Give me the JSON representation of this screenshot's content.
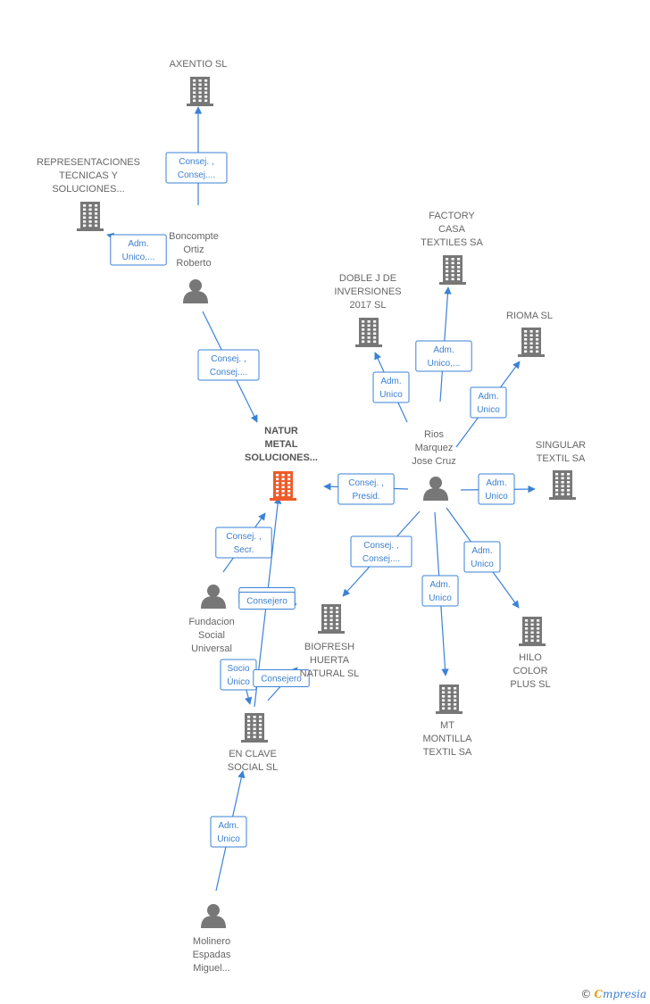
{
  "colors": {
    "edge": "#3b82d6",
    "building": "#777777",
    "building_main": "#f05a28",
    "person": "#777777"
  },
  "nodes": [
    {
      "id": "axentio",
      "type": "company",
      "label": [
        "AXENTIO  SL"
      ]
    },
    {
      "id": "representaciones",
      "type": "company",
      "label": [
        "REPRESENTACIONES",
        "TECNICAS Y",
        "SOLUCIONES..."
      ]
    },
    {
      "id": "boncompte",
      "type": "person",
      "label": [
        "Boncompte",
        "Ortiz",
        "Roberto"
      ]
    },
    {
      "id": "natur",
      "type": "company",
      "main": true,
      "label": [
        "NATUR",
        "METAL",
        "SOLUCIONES..."
      ]
    },
    {
      "id": "factory",
      "type": "company",
      "label": [
        "FACTORY",
        "CASA",
        "TEXTILES SA"
      ]
    },
    {
      "id": "doblej",
      "type": "company",
      "label": [
        "DOBLE J DE",
        "INVERSIONES",
        "2017  SL"
      ]
    },
    {
      "id": "rioma",
      "type": "company",
      "label": [
        "RIOMA  SL"
      ]
    },
    {
      "id": "rios",
      "type": "person",
      "label": [
        "Rios",
        "Marquez",
        "Jose Cruz"
      ]
    },
    {
      "id": "singular",
      "type": "company",
      "label": [
        "SINGULAR",
        "TEXTIL SA"
      ]
    },
    {
      "id": "fundacion",
      "type": "person",
      "label": [
        "Fundacion",
        "Social",
        "Universal"
      ]
    },
    {
      "id": "biofresh",
      "type": "company",
      "label": [
        "BIOFRESH",
        "HUERTA",
        "NATURAL  SL"
      ]
    },
    {
      "id": "hilo",
      "type": "company",
      "label": [
        "HILO",
        "COLOR",
        "PLUS  SL"
      ]
    },
    {
      "id": "enclave",
      "type": "company",
      "label": [
        "EN CLAVE",
        "SOCIAL  SL"
      ]
    },
    {
      "id": "mt",
      "type": "company",
      "label": [
        "MT",
        "MONTILLA",
        "TEXTIL SA"
      ]
    },
    {
      "id": "molinero",
      "type": "person",
      "label": [
        "Molinero",
        "Espadas",
        "Miguel..."
      ]
    }
  ],
  "edges": [
    {
      "id": "e1",
      "label": [
        "Consej. ,",
        "Consej...."
      ]
    },
    {
      "id": "e2",
      "label": [
        "Adm.",
        "Unico,..."
      ]
    },
    {
      "id": "e3",
      "label": [
        "Consej. ,",
        "Consej...."
      ]
    },
    {
      "id": "e4",
      "label": [
        "Adm.",
        "Unico,..."
      ]
    },
    {
      "id": "e5",
      "label": [
        "Adm.",
        "Unico"
      ]
    },
    {
      "id": "e6",
      "label": [
        "Adm.",
        "Unico"
      ]
    },
    {
      "id": "e7",
      "label": [
        "Consej. ,",
        "Presid."
      ]
    },
    {
      "id": "e8",
      "label": [
        "Adm.",
        "Unico"
      ]
    },
    {
      "id": "e9",
      "label": [
        "Consej. ,",
        "Consej...."
      ]
    },
    {
      "id": "e10",
      "label": [
        "Adm.",
        "Unico"
      ]
    },
    {
      "id": "e11",
      "label": [
        "Adm.",
        "Unico"
      ]
    },
    {
      "id": "e12",
      "label": [
        "Consej. ,",
        "Secr."
      ]
    },
    {
      "id": "e13",
      "label": [
        "Consejero"
      ]
    },
    {
      "id": "e14",
      "label": [
        "Consejero"
      ]
    },
    {
      "id": "e15",
      "label": [
        "Socio",
        "Único"
      ]
    },
    {
      "id": "e16",
      "label": [
        "Consejero"
      ]
    },
    {
      "id": "e17",
      "label": [
        "Adm.",
        "Unico"
      ]
    }
  ],
  "brand": {
    "copyright": "©",
    "initial": "C",
    "rest": "mpresia"
  }
}
